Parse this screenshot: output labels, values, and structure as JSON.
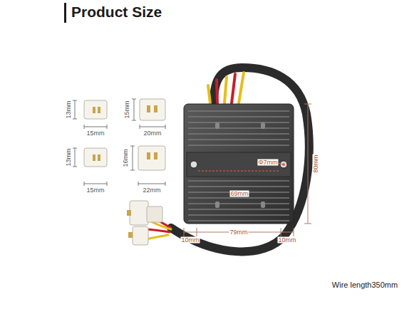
{
  "diagram": {
    "title": "Product Size",
    "labels": [
      "13mm",
      "15mm",
      "15mm",
      "20mm",
      "13mm",
      "15mm",
      "16mm",
      "22mm",
      "Φ7mm",
      "69mm",
      "80mm",
      "10mm",
      "79mm",
      "10mm",
      "Wire length350mm"
    ]
  }
}
